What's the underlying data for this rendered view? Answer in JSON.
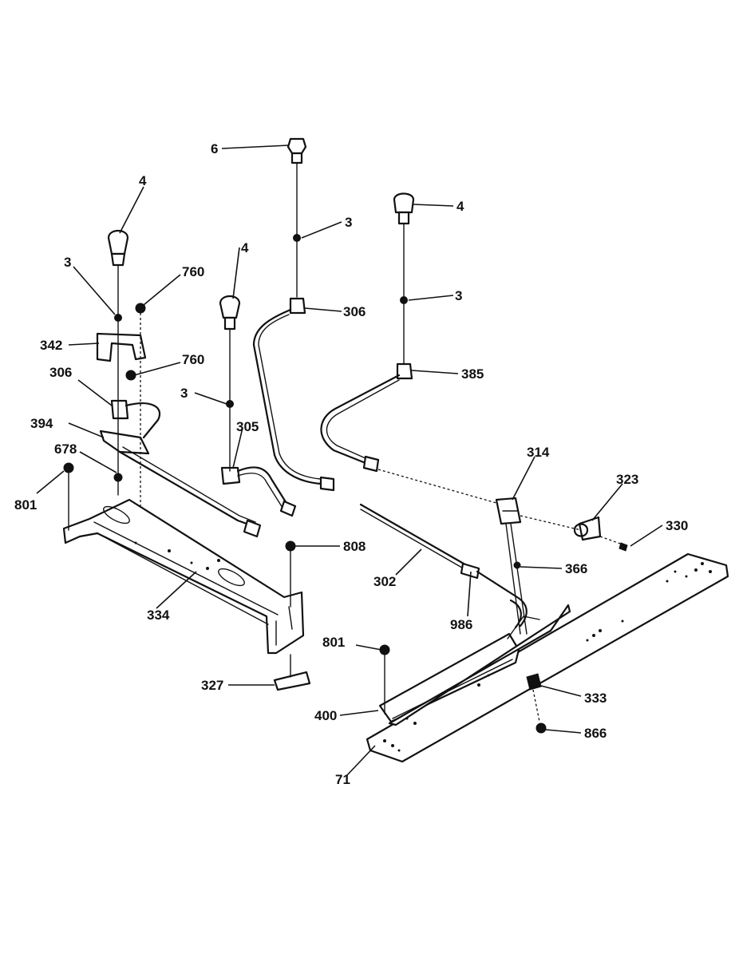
{
  "callouts": {
    "c6": "6",
    "c3_top": "3",
    "c306_top": "306",
    "c4_right": "4",
    "c3_right": "3",
    "c385": "385",
    "c4_left": "4",
    "c3_left": "3",
    "c760_a": "760",
    "c342": "342",
    "c760_b": "760",
    "c306_left": "306",
    "c394": "394",
    "c678": "678",
    "c801_left": "801",
    "c4_mid": "4",
    "c3_mid": "3",
    "c305": "305",
    "c314": "314",
    "c323": "323",
    "c330": "330",
    "c808": "808",
    "c302": "302",
    "c366": "366",
    "c986": "986",
    "c334": "334",
    "c801_right": "801",
    "c327": "327",
    "c333": "333",
    "c400": "400",
    "c866": "866",
    "c71": "71"
  }
}
